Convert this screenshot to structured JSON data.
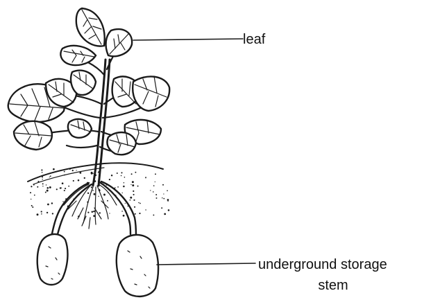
{
  "labels": {
    "leaf": "leaf",
    "storage_line1": "underground storage",
    "storage_line2": "stem"
  }
}
